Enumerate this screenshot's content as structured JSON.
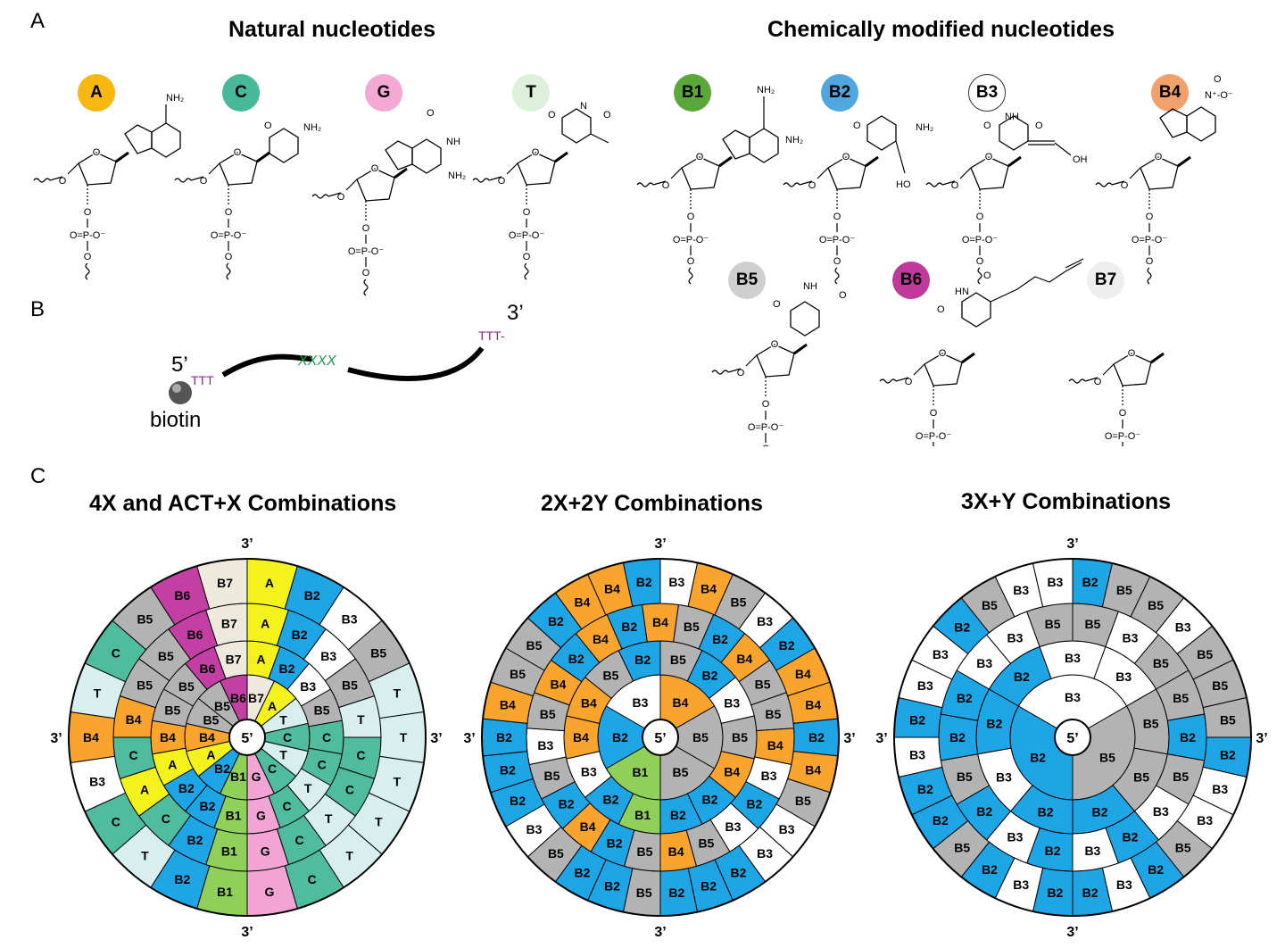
{
  "panels": {
    "a": "A",
    "b": "B",
    "c": "C"
  },
  "section_titles": {
    "natural": "Natural nucleotides",
    "modified": "Chemically modified nucleotides"
  },
  "nucleotides": [
    {
      "key": "A",
      "label": "A",
      "color": "#f6b811",
      "text_color": "#000000"
    },
    {
      "key": "C",
      "label": "C",
      "color": "#47b999",
      "text_color": "#000000"
    },
    {
      "key": "G",
      "label": "G",
      "color": "#f3a8d6",
      "text_color": "#000000"
    },
    {
      "key": "T",
      "label": "T",
      "color": "#ddf0d9",
      "text_color": "#000000"
    },
    {
      "key": "B1",
      "label": "B1",
      "color": "#5ba83a",
      "text_color": "#000000"
    },
    {
      "key": "B2",
      "label": "B2",
      "color": "#4fa7df",
      "text_color": "#000000"
    },
    {
      "key": "B3",
      "label": "B3",
      "color": "#ffffff",
      "text_color": "#000000"
    },
    {
      "key": "B4",
      "label": "B4",
      "color": "#f2a06c",
      "text_color": "#000000"
    },
    {
      "key": "B5",
      "label": "B5",
      "color": "#cfcfcf",
      "text_color": "#000000"
    },
    {
      "key": "B6",
      "label": "B6",
      "color": "#c0399c",
      "text_color": "#000000"
    },
    {
      "key": "B7",
      "label": "B7",
      "color": "#eeeeee",
      "text_color": "#000000"
    }
  ],
  "chem_labels": {
    "nh2": "NH₂",
    "o": "O",
    "nh": "NH",
    "n": "N",
    "oh": "HO",
    "oh2": "OH",
    "phosphate": "O=P-O⁻",
    "nitro": "N⁺-O⁻"
  },
  "construct": {
    "five_prime": "5’",
    "three_prime": "3’",
    "linker_left": "TTT",
    "linker_right": "TTT-",
    "variable": "XXXX",
    "bead_label": "biotin"
  },
  "wheels": [
    {
      "title": "4X and ACT+X Combinations",
      "top": "3’",
      "bottom": "3’",
      "left": "3’",
      "right": "3’",
      "center": "5’"
    },
    {
      "title": "2X+2Y Combinations",
      "top": "3’",
      "bottom": "3’",
      "left": "3’",
      "right": "3’",
      "center": "5’"
    },
    {
      "title": "3X+Y Combinations",
      "top": "3’",
      "bottom": "3’",
      "left": "3’",
      "right": "3’",
      "center": "5’"
    }
  ],
  "wheel_colors": {
    "A": "#f4f21c",
    "C": "#4fbd9d",
    "G": "#f2a5d4",
    "T": "#d7f0ef",
    "B1": "#8fd05b",
    "B2": "#1ea5e6",
    "B3": "#ffffff",
    "B4": "#f9a42c",
    "B5": "#b3b3b3",
    "B6": "#c33fa3",
    "B7": "#eee9dd",
    "B5dark": "#9a9a9a"
  },
  "wheel1_rings": [
    [
      "B1",
      "B2",
      "A",
      "B4",
      "B5",
      "B5",
      "B6",
      "B7",
      "A",
      "T",
      "C",
      "T",
      "C",
      "G"
    ],
    [
      "B1",
      "B2",
      "B2",
      "A",
      "B4",
      "B5",
      "B5",
      "B6",
      "B7",
      "A",
      "B2",
      "B3",
      "B5",
      "C",
      "C",
      "T",
      "C",
      "G"
    ],
    [
      "B1",
      "B2",
      "C",
      "A",
      "C",
      "B4",
      "B5",
      "B5",
      "B6",
      "B7",
      "A",
      "B2",
      "B3",
      "B5",
      "T",
      "C",
      "C",
      "T",
      "C",
      "G"
    ],
    [
      "B1",
      "B2",
      "T",
      "C",
      "B3",
      "B4",
      "T",
      "C",
      "B5",
      "B6",
      "B7",
      "A",
      "B2",
      "B3",
      "B5",
      "T",
      "T",
      "T",
      "T",
      "T",
      "C",
      "G"
    ]
  ],
  "wheel2_rings": [
    [
      "B1",
      "B2",
      "B3",
      "B4",
      "B5",
      "B5"
    ],
    [
      "B1",
      "B2",
      "B3",
      "B4",
      "B4",
      "B5",
      "B2",
      "B5",
      "B2",
      "B3",
      "B5",
      "B4",
      "B2",
      "B2"
    ],
    [
      "B5",
      "B2",
      "B4",
      "B2",
      "B5",
      "B3",
      "B5",
      "B4",
      "B2",
      "B4",
      "B2",
      "B4",
      "B5",
      "B2",
      "B4",
      "B5",
      "B5",
      "B4",
      "B3",
      "B2",
      "B3",
      "B5",
      "B4"
    ],
    [
      "B5",
      "B2",
      "B2",
      "B5",
      "B3",
      "B2",
      "B2",
      "B2",
      "B4",
      "B5",
      "B5",
      "B2",
      "B4",
      "B4",
      "B2",
      "B3",
      "B4",
      "B5",
      "B3",
      "B2",
      "B4",
      "B4",
      "B2",
      "B4",
      "B5",
      "B3",
      "B3",
      "B2",
      "B2",
      "B2"
    ]
  ],
  "wheel3_rings": [
    [
      "B2",
      "B3",
      "B5"
    ],
    [
      "B2",
      "B3",
      "B2",
      "B2",
      "B3",
      "B3",
      "B5",
      "B5",
      "B2"
    ],
    [
      "B2",
      "B3",
      "B2",
      "B5",
      "B2",
      "B2",
      "B3",
      "B3",
      "B5",
      "B5",
      "B3",
      "B5",
      "B5",
      "B2",
      "B5",
      "B3",
      "B2",
      "B3"
    ],
    [
      "B2",
      "B3",
      "B2",
      "B5",
      "B2",
      "B2",
      "B3",
      "B2",
      "B3",
      "B3",
      "B2",
      "B5",
      "B3",
      "B3",
      "B2",
      "B5",
      "B5",
      "B3",
      "B5",
      "B5",
      "B5",
      "B2",
      "B3",
      "B3",
      "B5",
      "B2",
      "B3",
      "B2"
    ]
  ]
}
